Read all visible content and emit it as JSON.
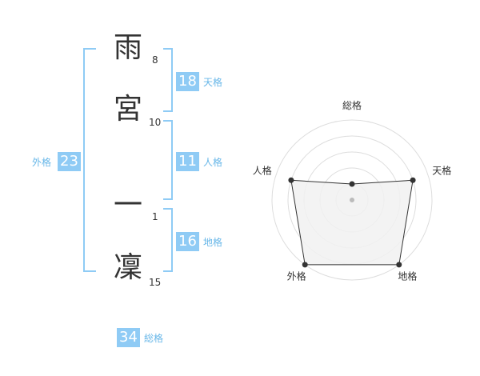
{
  "name": {
    "chars": [
      {
        "char": "雨",
        "strokes": "8"
      },
      {
        "char": "宮",
        "strokes": "10"
      },
      {
        "char": "一",
        "strokes": "1"
      },
      {
        "char": "凜",
        "strokes": "15"
      }
    ]
  },
  "kaku": {
    "tenkaku": {
      "value": "18",
      "label": "天格"
    },
    "jinkaku": {
      "value": "11",
      "label": "人格"
    },
    "chikaku": {
      "value": "16",
      "label": "地格"
    },
    "gaikaku": {
      "value": "23",
      "label": "外格"
    },
    "soukaku": {
      "value": "34",
      "label": "総格"
    }
  },
  "chart_data": {
    "type": "radar",
    "axes": [
      "総格",
      "天格",
      "地格",
      "外格",
      "人格"
    ],
    "scale_levels": 5,
    "values": [
      1,
      4,
      5,
      5,
      4
    ],
    "max": 5,
    "colors": {
      "fill": "#f1f1f1",
      "line": "#333333",
      "grid": "#dddddd",
      "point": "#333333",
      "center": "#bbbbbb"
    }
  },
  "colors": {
    "accent": "#8fcbf5",
    "label": "#68b7e8"
  }
}
